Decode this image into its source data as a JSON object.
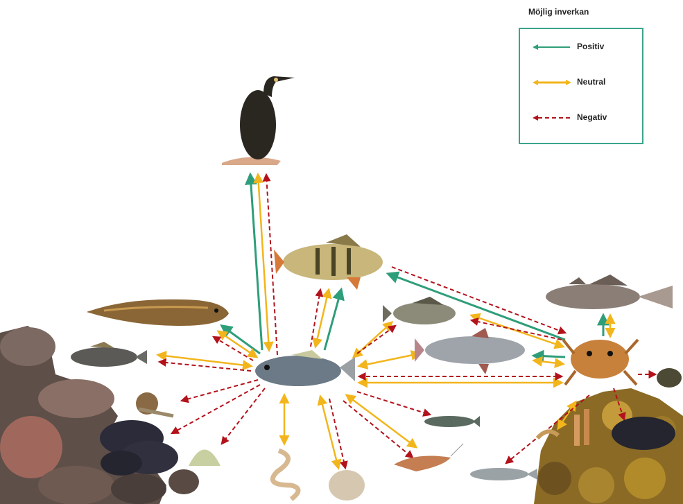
{
  "legend": {
    "title": "Möjlig inverkan",
    "items": [
      {
        "label": "Positiv",
        "color": "#2e9e7a",
        "style": "solid"
      },
      {
        "label": "Neutral",
        "color": "#f2b51c",
        "style": "solid"
      },
      {
        "label": "Negativ",
        "color": "#b3121b",
        "style": "dashed"
      }
    ]
  },
  "colors": {
    "positive": "#2e9e7a",
    "neutral": "#f2b51c",
    "negative": "#b3121b",
    "rock": "#6b5a52",
    "mussel": "#2b2b3a",
    "algae": "#9a7a2a"
  },
  "organisms": [
    "cormorant-illustration",
    "perch-illustration",
    "eelpout-illustration",
    "goby-illustration",
    "round-goby-center-illustration",
    "ruffe-illustration",
    "roach-illustration",
    "sculpin-illustration",
    "crab-illustration",
    "snail-illustration",
    "mussel-illustration",
    "worm-illustration",
    "clam-illustration",
    "shrimp-illustration",
    "stickleback-illustration",
    "small-goby-illustration",
    "amphipod-illustration",
    "barnacle-illustration"
  ]
}
